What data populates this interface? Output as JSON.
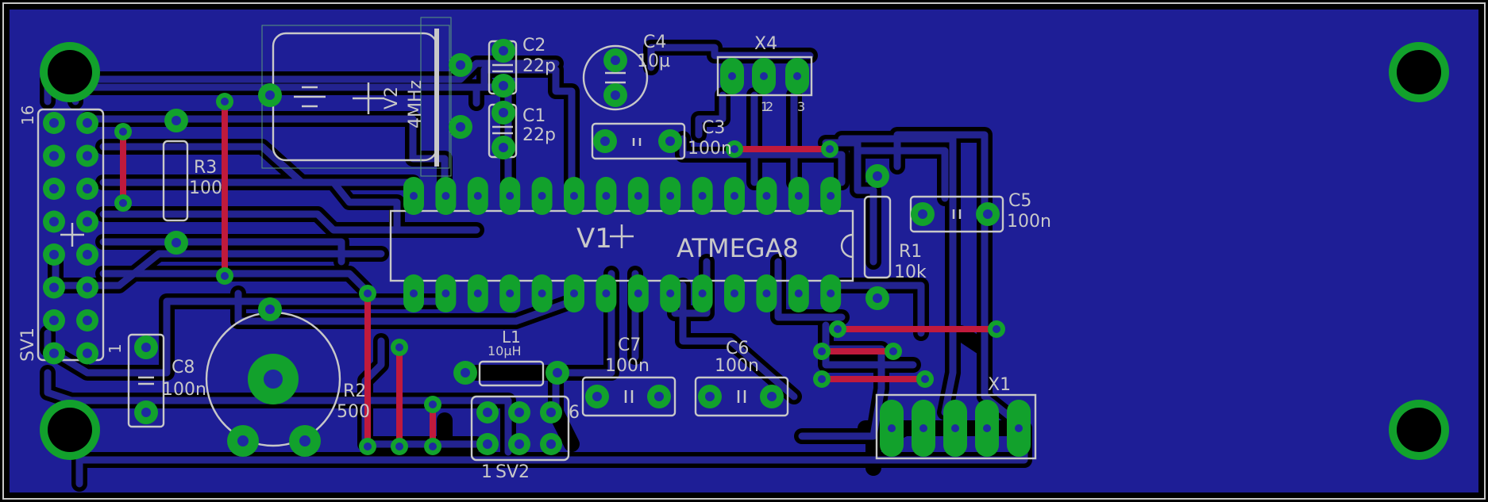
{
  "board": {
    "copper_color": "#1e1e96",
    "pad_color": "#12a12c",
    "jumper_color": "#c01a3c",
    "silk_color": "#c8c8c8"
  },
  "components": {
    "sv1": {
      "name": "SV1",
      "pin_first": "1",
      "pin_last": "16"
    },
    "r3": {
      "name": "R3",
      "value": "100"
    },
    "v2": {
      "name": "V2",
      "value": "4MHz"
    },
    "c2": {
      "name": "C2",
      "value": "22p"
    },
    "c1": {
      "name": "C1",
      "value": "22p"
    },
    "c4": {
      "name": "C4",
      "value": "10µ"
    },
    "x4": {
      "name": "X4",
      "pins": [
        "1",
        "2",
        "3"
      ]
    },
    "c3": {
      "name": "C3",
      "value": "100n"
    },
    "c5": {
      "name": "C5",
      "value": "100n"
    },
    "v1": {
      "name": "V1",
      "value": "ATMEGA8"
    },
    "r1": {
      "name": "R1",
      "value": "10k"
    },
    "c8": {
      "name": "C8",
      "value": "100n"
    },
    "r2": {
      "name": "R2",
      "value": "500"
    },
    "l1": {
      "name": "L1",
      "value": "10µH"
    },
    "c7": {
      "name": "C7",
      "value": "100n"
    },
    "c6": {
      "name": "C6",
      "value": "100n"
    },
    "x1": {
      "name": "X1"
    },
    "sv2": {
      "name": "SV2",
      "pin_first": "1",
      "pin_last": "6"
    }
  }
}
